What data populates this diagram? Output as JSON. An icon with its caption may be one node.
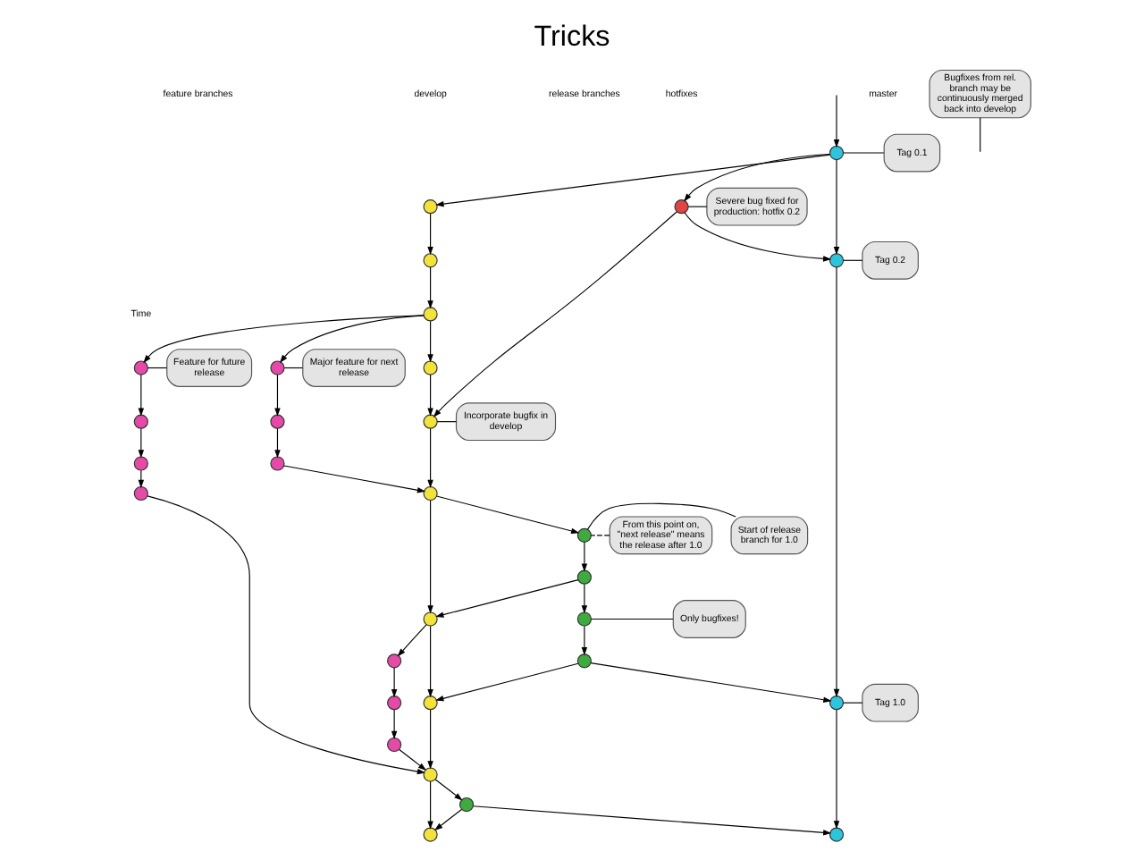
{
  "diagram": {
    "title": "Tricks",
    "nodes": [
      {
        "text": [],
        "shape": "circle"
      },
      {
        "text": [
          "Tag 0.1"
        ]
      },
      {
        "text": [],
        "shape": "circle"
      },
      {
        "text": [],
        "shape": "circle"
      },
      {
        "text": [
          "Major feature for next release"
        ]
      },
      {
        "text": [
          "Feature for future release"
        ]
      },
      {
        "text": [
          "Severe bug fixed for production: hotfix 0.2"
        ]
      },
      {
        "text": [],
        "shape": "circle"
      },
      {
        "text": [
          "Incorporate bugfix in develop"
        ]
      },
      {
        "text": [],
        "shape": "circle"
      },
      {
        "text": [],
        "shape": "circle"
      },
      {
        "text": [],
        "shape": "circle"
      },
      {
        "text": [],
        "shape": "circle"
      },
      {
        "text": [],
        "shape": "circle"
      },
      {
        "text": [],
        "shape": "circle"
      },
      {
        "text": [
          "Tag 0.2"
        ]
      },
      {
        "text": [],
        "shape": "circle"
      },
      {
        "text": [],
        "shape": "circle"
      },
      {
        "text": [],
        "shape": "circle"
      },
      {
        "text": [],
        "shape": "circle"
      },
      {
        "text": [
          "Start of release branch for 1.0"
        ]
      },
      {
        "text": [
          "From this point on, \"next release\" means the release after 1.0"
        ]
      },
      {
        "text": [],
        "shape": "circle"
      },
      {
        "text": [],
        "shape": "circle"
      },
      {
        "text": [],
        "shape": "circle"
      },
      {
        "text": [],
        "shape": "circle"
      },
      {
        "text": [
          "Only bugfixes!"
        ]
      },
      {
        "text": [],
        "shape": "circle"
      },
      {
        "text": [],
        "shape": "circle"
      },
      {
        "text": [],
        "shape": "circle"
      },
      {
        "text": [],
        "shape": "circle"
      },
      {
        "text": [],
        "shape": "circle"
      },
      {
        "text": [
          "Bugfixes from rel. branch may be continuously merged back into develop"
        ]
      },
      {
        "text": [],
        "shape": "circle"
      },
      {
        "text": [],
        "shape": "circle"
      },
      {
        "text": [
          "Tag 1.0"
        ]
      },
      {
        "text": [],
        "shape": "circle"
      },
      {
        "text": [],
        "shape": "circle"
      },
      {
        "text": [],
        "shape": "circle"
      },
      {
        "text": [],
        "shape": "circle"
      },
      {
        "text": [],
        "shape": "circle"
      }
    ],
    "edges": [
      {
        "from": null,
        "to": 0,
        "arrow": "to"
      },
      {
        "from": 0,
        "to": 2,
        "arrow": "to"
      },
      {
        "from": 0,
        "to": 11,
        "arrow": "to"
      },
      {
        "from": 0,
        "to": 14,
        "arrow": "to"
      },
      {
        "from": 11,
        "to": 14,
        "arrow": "to"
      },
      {
        "from": 11,
        "to": 17,
        "arrow": "to"
      },
      {
        "from": 2,
        "to": 3,
        "arrow": "to"
      },
      {
        "from": 3,
        "to": 7,
        "arrow": "to"
      },
      {
        "from": 7,
        "to": 12,
        "arrow": "to"
      },
      {
        "from": 12,
        "to": 17,
        "arrow": "to"
      },
      {
        "from": 17,
        "to": 19,
        "arrow": "to"
      },
      {
        "from": 7,
        "to": 9,
        "arrow": "to"
      },
      {
        "from": 7,
        "to": 10,
        "arrow": "to"
      },
      {
        "from": 9,
        "to": 13,
        "arrow": "to"
      },
      {
        "from": 13,
        "to": 25,
        "arrow": "to"
      },
      {
        "from": 25,
        "to": 36,
        "arrow": "to"
      },
      {
        "from": 36,
        "to": 37,
        "arrow": "to"
      },
      {
        "from": 10,
        "to": 16,
        "arrow": "to"
      },
      {
        "from": 16,
        "to": 18,
        "arrow": "to"
      },
      {
        "from": 18,
        "to": 19,
        "arrow": "to"
      },
      {
        "from": 19,
        "to": 22,
        "arrow": "to"
      },
      {
        "from": 19,
        "to": 24,
        "arrow": "to"
      },
      {
        "from": 22,
        "to": 23,
        "arrow": "to"
      },
      {
        "from": 23,
        "to": 27,
        "arrow": "to"
      },
      {
        "from": 27,
        "to": 29,
        "arrow": "to"
      },
      {
        "from": 23,
        "to": 24,
        "arrow": "to"
      },
      {
        "from": 24,
        "to": 28,
        "arrow": "to"
      },
      {
        "from": 28,
        "to": 30,
        "arrow": "to"
      },
      {
        "from": 30,
        "to": 33,
        "arrow": "to"
      },
      {
        "from": 33,
        "to": 37,
        "arrow": "to"
      },
      {
        "from": 29,
        "to": 31,
        "arrow": "to"
      },
      {
        "from": 24,
        "to": 31,
        "arrow": "to"
      },
      {
        "from": 31,
        "to": 37,
        "arrow": "to"
      },
      {
        "from": 14,
        "to": 34,
        "arrow": "to"
      },
      {
        "from": 29,
        "to": 34,
        "arrow": "to"
      },
      {
        "from": 37,
        "to": 38,
        "arrow": "to"
      },
      {
        "from": 38,
        "to": 39,
        "arrow": "to"
      },
      {
        "from": 37,
        "to": 39,
        "arrow": "to"
      },
      {
        "from": 34,
        "to": 40,
        "arrow": "to"
      },
      {
        "from": 38,
        "to": 40,
        "arrow": "to"
      },
      {
        "from": 1,
        "to": 0,
        "arrow": "none"
      },
      {
        "from": 5,
        "to": 9,
        "arrow": "none"
      },
      {
        "from": 4,
        "to": 10,
        "arrow": "none"
      },
      {
        "from": 6,
        "to": 11,
        "arrow": "none"
      },
      {
        "from": 8,
        "to": 17,
        "arrow": "none"
      },
      {
        "from": 15,
        "to": 14,
        "arrow": "none"
      },
      {
        "from": 20,
        "to": 22,
        "arrow": "none"
      },
      {
        "from": 21,
        "to": 22,
        "arrow": "none",
        "style": "dashed"
      },
      {
        "from": 26,
        "to": 27,
        "arrow": "none"
      },
      {
        "from": 32,
        "to": null,
        "arrow": "none"
      },
      {
        "from": 35,
        "to": 34,
        "arrow": "none"
      }
    ],
    "labels": [
      "feature branches",
      "develop",
      "release branches",
      "hotfixes",
      "master",
      "Time"
    ]
  }
}
